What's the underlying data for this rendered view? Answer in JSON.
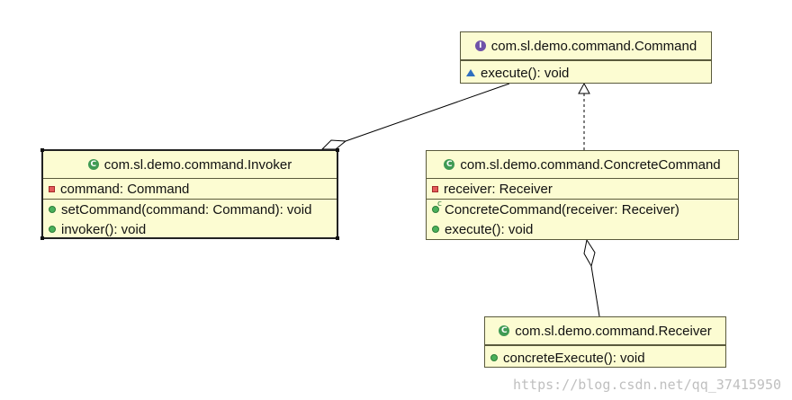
{
  "classes": {
    "command": {
      "kind": "interface",
      "name": "com.sl.demo.command.Command",
      "attributes": [],
      "operations": [
        {
          "visibility": "abstract",
          "text": "execute(): void"
        }
      ]
    },
    "invoker": {
      "kind": "class",
      "name": "com.sl.demo.command.Invoker",
      "attributes": [
        {
          "visibility": "private",
          "text": "command: Command"
        }
      ],
      "operations": [
        {
          "visibility": "public",
          "text": "setCommand(command: Command): void"
        },
        {
          "visibility": "public",
          "text": "invoker(): void"
        }
      ]
    },
    "concrete_command": {
      "kind": "class",
      "name": "com.sl.demo.command.ConcreteCommand",
      "attributes": [
        {
          "visibility": "private",
          "text": "receiver: Receiver"
        }
      ],
      "operations": [
        {
          "visibility": "constructor",
          "text": "ConcreteCommand(receiver: Receiver)"
        },
        {
          "visibility": "public",
          "text": "execute(): void"
        }
      ]
    },
    "receiver": {
      "kind": "class",
      "name": "com.sl.demo.command.Receiver",
      "attributes": [],
      "operations": [
        {
          "visibility": "public",
          "text": "concreteExecute(): void"
        }
      ]
    }
  },
  "relationships": [
    {
      "type": "aggregation",
      "whole": "Invoker",
      "part": "Command"
    },
    {
      "type": "realization",
      "from": "ConcreteCommand",
      "to": "Command"
    },
    {
      "type": "aggregation",
      "whole": "ConcreteCommand",
      "part": "Receiver"
    }
  ],
  "icons": {
    "class": "class-icon",
    "interface": "interface-icon",
    "public": "public-visibility-icon",
    "private": "private-visibility-icon",
    "abstract": "package-visibility-icon",
    "constructor": "constructor-icon"
  },
  "colors": {
    "class_fill": "#fcfcd2",
    "border": "#5a5a3c",
    "edge": "#000000",
    "class_icon": "#3f9a54",
    "interface_icon": "#6f52a8"
  },
  "watermark": "https://blog.csdn.net/qq_37415950"
}
